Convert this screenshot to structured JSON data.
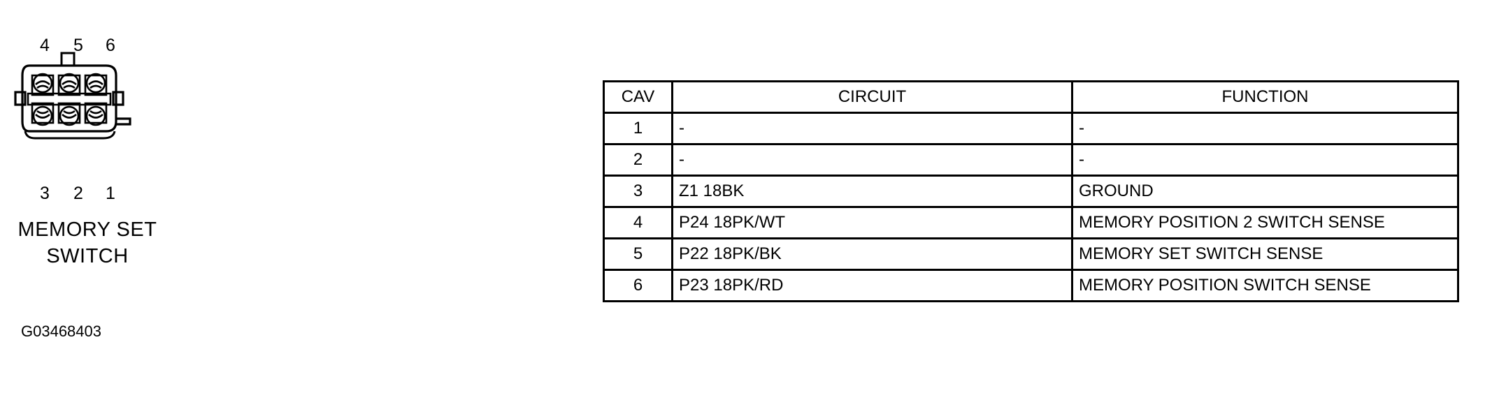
{
  "connector": {
    "top_pins": [
      "4",
      "5",
      "6"
    ],
    "bottom_pins": [
      "3",
      "2",
      "1"
    ],
    "caption_line_1": "MEMORY SET",
    "caption_line_2": "SWITCH",
    "figure_code": "G03468403",
    "cavity_count": 6,
    "ink_color": "#000000",
    "background_color": "#ffffff"
  },
  "table": {
    "headers": [
      "CAV",
      "CIRCUIT",
      "FUNCTION"
    ],
    "rows": [
      {
        "cav": "1",
        "circuit": "-",
        "function": "-"
      },
      {
        "cav": "2",
        "circuit": "-",
        "function": "-"
      },
      {
        "cav": "3",
        "circuit": "Z1 18BK",
        "function": "GROUND"
      },
      {
        "cav": "4",
        "circuit": "P24 18PK/WT",
        "function": "MEMORY POSITION 2 SWITCH SENSE"
      },
      {
        "cav": "5",
        "circuit": "P22 18PK/BK",
        "function": "MEMORY SET SWITCH SENSE"
      },
      {
        "cav": "6",
        "circuit": "P23 18PK/RD",
        "function": "MEMORY POSITION SWITCH SENSE"
      }
    ]
  }
}
